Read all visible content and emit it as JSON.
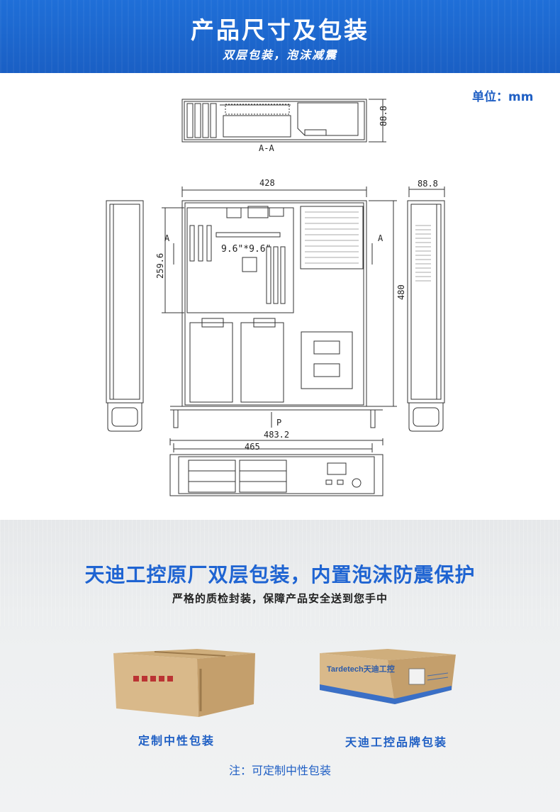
{
  "header": {
    "title": "产品尺寸及包装",
    "subtitle": "双层包装，泡沫减震"
  },
  "unit_label": "单位：mm",
  "drawing": {
    "section_label": "A-A",
    "dim_side_height_top": "88.8",
    "dim_width": "428",
    "dim_depth": "480",
    "dim_board": "259.6",
    "dim_side_height_right": "88.8",
    "board_label": "9.6\"*9.6\"",
    "arrow_a_left": "A",
    "arrow_a_right": "A",
    "arrow_p": "P",
    "dim_ears": "483.2",
    "dim_front": "465"
  },
  "packaging": {
    "title": "天迪工控原厂双层包装，内置泡沫防震保护",
    "subtitle": "严格的质检封装，保障产品安全送到您手中",
    "left_caption": "定制中性包装",
    "right_caption": "天迪工控品牌包装",
    "brand_print": "Tardetech天迪工控",
    "note": "注：可定制中性包装"
  },
  "colors": {
    "banner_blue": "#1f6fd8",
    "accent_blue": "#1f64d2",
    "cardboard": "#d9b98a"
  }
}
